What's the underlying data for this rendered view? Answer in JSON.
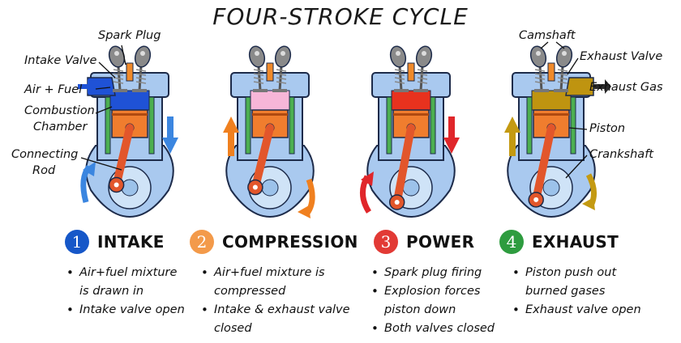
{
  "title": "FOUR-STROKE CYCLE",
  "labels": {
    "spark_plug": "Spark Plug",
    "intake_valve": "Intake Valve",
    "air_fuel": "Air + Fuel",
    "combustion_1": "Combustion",
    "combustion_2": "Chamber",
    "connecting_1": "Connecting",
    "connecting_2": "Rod",
    "camshaft": "Camshaft",
    "exhaust_valve": "Exhaust Valve",
    "exhaust_gas": "Exhaust Gas",
    "piston": "Piston",
    "crankshaft": "Crankshaft"
  },
  "stages": [
    {
      "number": "1",
      "name": "INTAKE",
      "color": "#1657c8",
      "notes": [
        "Air+fuel mixture",
        "is drawn in",
        "Intake valve open"
      ]
    },
    {
      "number": "2",
      "name": "COMPRESSION",
      "color": "#f39a4a",
      "notes": [
        "Air+fuel mixture is",
        "compressed",
        "Intake & exhaust valve",
        "closed"
      ]
    },
    {
      "number": "3",
      "name": "POWER",
      "color": "#e23a35",
      "notes": [
        "Spark plug firing",
        "Explosion forces",
        "piston down",
        "Both valves closed"
      ]
    },
    {
      "number": "4",
      "name": "EXHAUST",
      "color": "#2e9c3f",
      "notes": [
        "Piston push out",
        "burned gases",
        "Exhaust valve open"
      ]
    }
  ],
  "colors": {
    "block": "#a9c9ef",
    "block_dark": "#5f8fcf",
    "piston": "#f07d2e",
    "rod": "#e2562b",
    "cylinder_wall": "#4caf50",
    "crank_disc": "#cfe3f7",
    "intake_mix": "#1f52d6",
    "compressed_mix": "#f7b6d8",
    "combustion": "#e8321e",
    "exhaust_gas": "#bf9410"
  }
}
